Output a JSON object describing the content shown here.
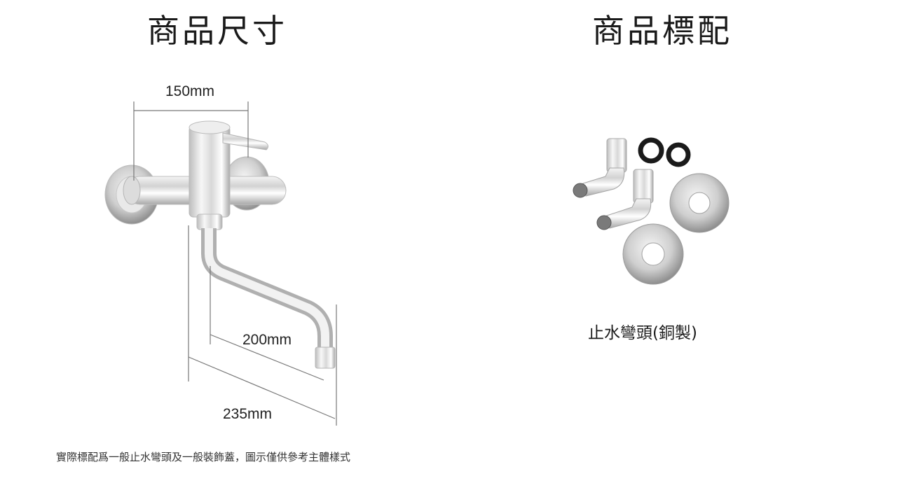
{
  "left_heading": "商品尺寸",
  "right_heading": "商品標配",
  "dimensions": {
    "width_label": "150mm",
    "spout_label": "200mm",
    "total_label": "235mm"
  },
  "accessory_caption": "止水彎頭(銅製)",
  "footer_note": "實際標配爲一般止水彎頭及一般裝飾蓋，圖示僅供參考主體樣式"
}
